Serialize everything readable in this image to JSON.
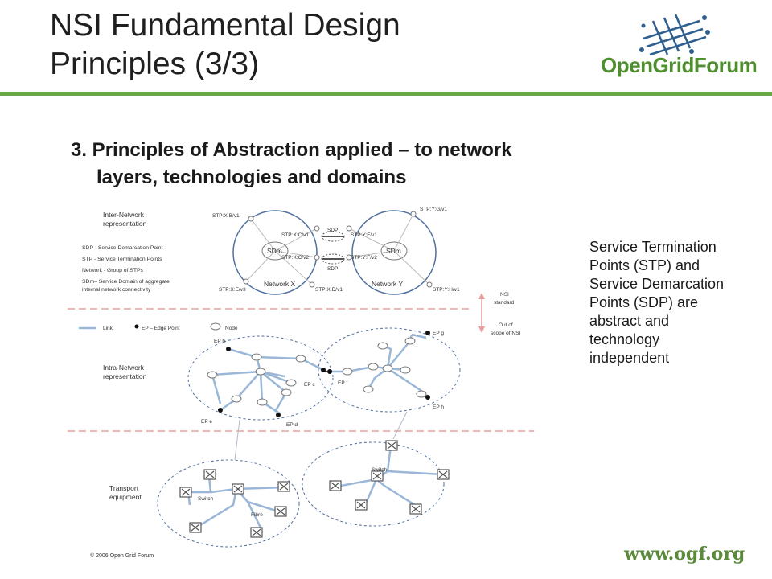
{
  "slide": {
    "title_line1": "NSI Fundamental Design",
    "title_line2": "Principles (3/3)",
    "logo_text": "OpenGridForum",
    "heading_line1": "3. Principles of Abstraction applied – to network",
    "heading_line2": "layers, technologies and domains",
    "side_note": "Service Termination Points (STP) and Service Demarcation Points (SDP) are abstract and technology independent",
    "copyright": "© 2006 Open Grid Forum",
    "website": "www.ogf.org"
  },
  "diagram": {
    "inter_label_1": "Inter-Network",
    "inter_label_2": "representation",
    "legend_sdp": "SDP  - Service Demarcation Point",
    "legend_stp": "STP  - Service Termination Points",
    "legend_network": "Network - Group of STPs",
    "legend_sdm_1": "SDm– Service Domain of aggregate",
    "legend_sdm_2": "internal network connectivity",
    "network_x": "Network X",
    "network_y": "Network Y",
    "sdm": "SDm",
    "sdp": "SDP",
    "stp_xb": "STP:X:B/v1",
    "stp_xc1": "STP:X:C/v1",
    "stp_xc2": "STP:X:C/v2",
    "stp_xe": "STP:X:E/v3",
    "stp_xd": "STP:X:D/v1",
    "stp_yg": "STP:Y:G/v1",
    "stp_yf1": "STP:Y:F/v1",
    "stp_yf2": "STP:Y:F/v2",
    "stp_yh": "STP:Y:H/v1",
    "nsi_standard_1": "NSI",
    "nsi_standard_2": "standard",
    "out_scope_1": "Out of",
    "out_scope_2": "scope of NSI",
    "legend_link": "Link",
    "legend_ep": "EP – Edge Point",
    "legend_node": "Node",
    "intra_label_1": "Intra-Network",
    "intra_label_2": "representation",
    "ep_b": "EP b",
    "ep_c": "EP c",
    "ep_d": "EP d",
    "ep_e": "EP e",
    "ep_f": "EP f",
    "ep_g": "EP g",
    "ep_h": "EP h",
    "transport_1": "Transport",
    "transport_2": "equipment",
    "switch": "Switch",
    "fibre": "Fibre"
  },
  "colors": {
    "accent_green": "#6aa843",
    "link_blue": "#9bb7d8",
    "circle_blue": "#4f6f9f",
    "dashed_red": "#e79f9f"
  }
}
